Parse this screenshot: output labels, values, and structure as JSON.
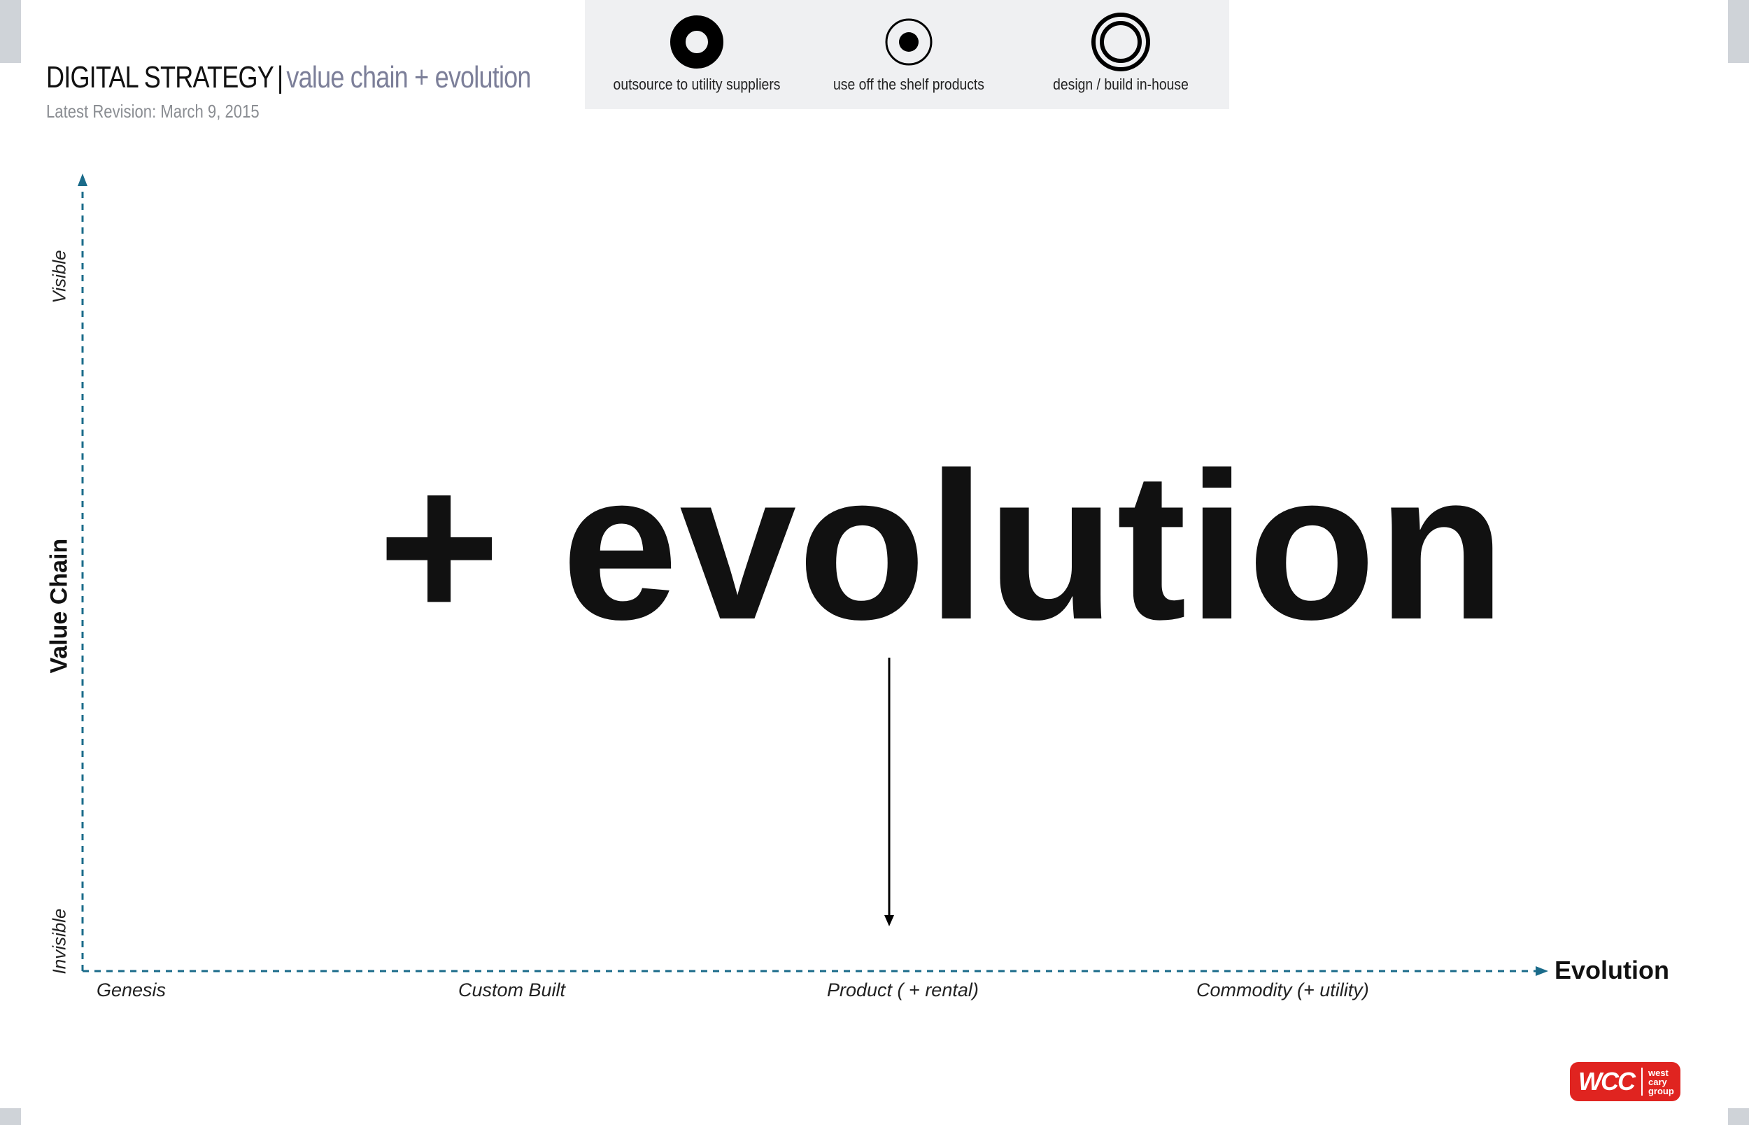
{
  "header": {
    "title_main": "DIGITAL STRATEGY",
    "title_separator": "|",
    "title_sub": "value chain + evolution",
    "revision": "Latest Revision: March 9, 2015"
  },
  "legend": {
    "items": [
      {
        "label": "outsource to utility suppliers",
        "icon": "solid-ring-icon"
      },
      {
        "label": "use off the shelf products",
        "icon": "dot-in-circle-icon"
      },
      {
        "label": "design / build in-house",
        "icon": "double-circle-icon"
      }
    ]
  },
  "diagram": {
    "y_axis": {
      "title": "Value Chain",
      "top_label": "Visible",
      "bottom_label": "Invisible"
    },
    "x_axis": {
      "title": "Evolution",
      "stages": [
        "Genesis",
        "Custom Built",
        "Product ( + rental)",
        "Commodity (+ utility)"
      ]
    },
    "headline": "+ evolution",
    "axis_color": "#1a6b8a"
  },
  "logo": {
    "mark": "WCC",
    "words": [
      "west",
      "cary",
      "group"
    ],
    "color": "#e02420"
  }
}
